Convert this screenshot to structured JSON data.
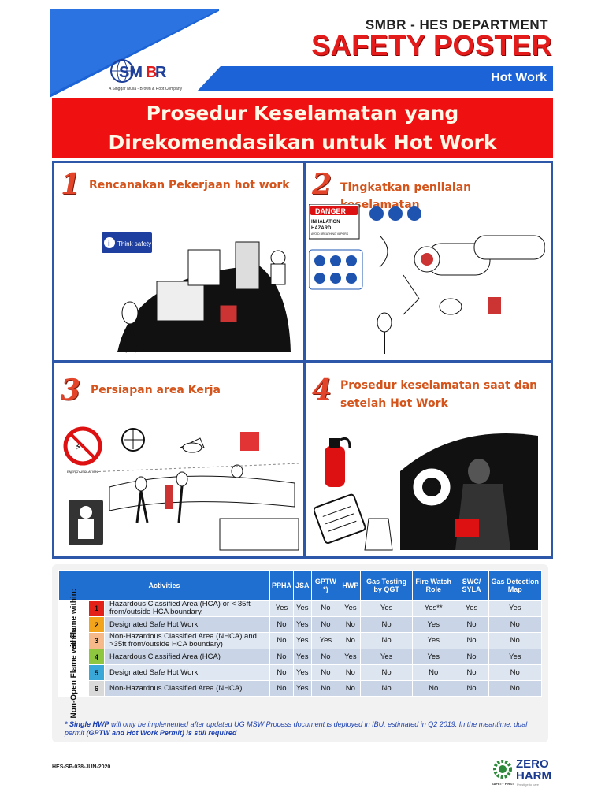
{
  "header": {
    "department": "SMBR - HES DEPARTMENT",
    "title": "SAFETY POSTER",
    "category": "Hot Work",
    "logo_tagline": "A Singgar Mulia - Brown & Root Company",
    "brand_blue": "#1b63d6",
    "brand_red": "#e31b1b"
  },
  "banner": {
    "line1": "Prosedur Keselamatan yang",
    "line2": "Direkomendasikan untuk Hot Work"
  },
  "panels": [
    {
      "number": "1",
      "title": "Rencanakan Pekerjaan hot work",
      "sign_text": "Think safety"
    },
    {
      "number": "2",
      "title": "Tingkatkan penilaian keselamatan",
      "sign_danger": "DANGER",
      "sign_line1": "INHALATION",
      "sign_line2": "HAZARD",
      "sign_line3": "AVOID BREATHING VAPORS"
    },
    {
      "number": "3",
      "title": "Persiapan area Kerja",
      "sign_text": "ENERGY ISOLATION"
    },
    {
      "number": "4",
      "title_line1": "Prosedur keselamatan saat dan",
      "title_line2": "setelah  Hot Work"
    }
  ],
  "table": {
    "headers": [
      "Activities",
      "PPHA",
      "JSA",
      "GPTW *)",
      "HWP",
      "Gas Testing by QGT",
      "Fire Watch Role",
      "SWC/ SYLA",
      "Gas Detection Map"
    ],
    "groups": [
      "Open Flame within:",
      "Non-Open Flame within:"
    ],
    "rows": [
      {
        "num": "1",
        "color": "#e32119",
        "activity": "Hazardous Classified Area (HCA) or < 35ft from/outside HCA boundary.",
        "values": [
          "Yes",
          "Yes",
          "No",
          "Yes",
          "Yes",
          "Yes**",
          "Yes",
          "Yes"
        ]
      },
      {
        "num": "2",
        "color": "#f2a51c",
        "activity": "Designated Safe Hot Work",
        "values": [
          "No",
          "Yes",
          "No",
          "No",
          "No",
          "Yes",
          "No",
          "No"
        ]
      },
      {
        "num": "3",
        "color": "#f5b98a",
        "activity": "Non-Hazardous Classified Area (NHCA) and >35ft from/outside HCA boundary)",
        "values": [
          "No",
          "Yes",
          "Yes",
          "No",
          "No",
          "Yes",
          "No",
          "No"
        ]
      },
      {
        "num": "4",
        "color": "#8ec63f",
        "activity": "Hazardous Classified Area (HCA)",
        "values": [
          "No",
          "Yes",
          "No",
          "Yes",
          "Yes",
          "Yes",
          "No",
          "Yes"
        ]
      },
      {
        "num": "5",
        "color": "#3aa7d9",
        "activity": "Designated Safe Hot Work",
        "values": [
          "No",
          "Yes",
          "No",
          "No",
          "No",
          "No",
          "No",
          "No"
        ]
      },
      {
        "num": "6",
        "color": "#d9d9d9",
        "activity": "Non-Hazardous Classified Area (NHCA)",
        "values": [
          "No",
          "Yes",
          "No",
          "No",
          "No",
          "No",
          "No",
          "No"
        ]
      }
    ],
    "note_bold1": "* Single HWP",
    "note_text1": "  will only be implemented after updated UG MSW Process document is deployed in IBU, estimated in Q2 2019. In the meantime, dual permit ",
    "note_bold2": "(GPTW and Hot Work Permit) is still required"
  },
  "footer": {
    "code": "HES-SP-038-JUN-2020",
    "zero_line1": "ZERO",
    "zero_line2": "HARM",
    "zero_tagline": "Prestige to care",
    "safety_first": "SAFETY FIRST"
  }
}
